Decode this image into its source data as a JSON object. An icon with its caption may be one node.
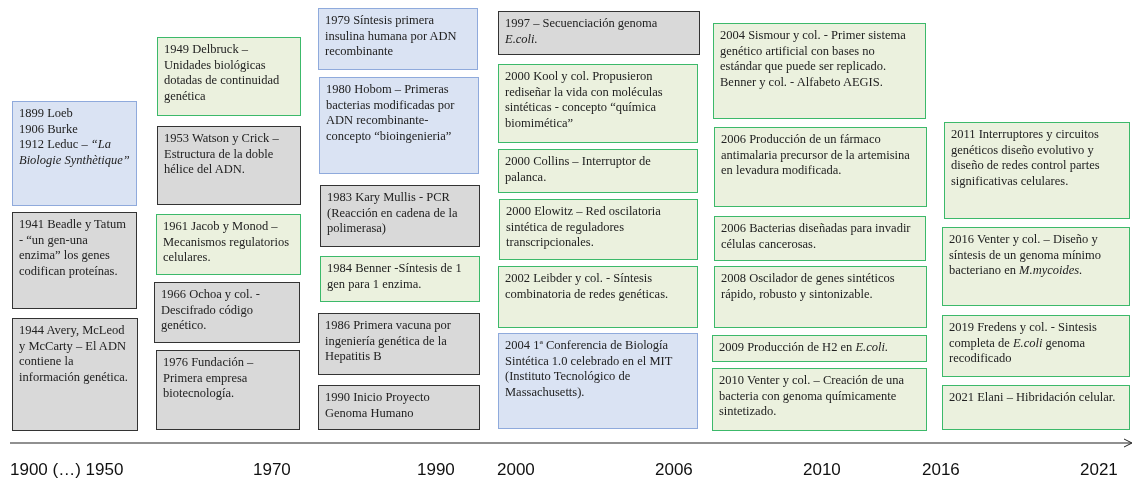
{
  "diagram": {
    "nodes": [
      {
        "text": [
          "1899 Loeb",
          "1906 Burke",
          "1912 Leduc – *“La Biologie Synthètique”*"
        ]
      },
      {
        "text": [
          "1941 Beadle y Tatum - “un gen-una enzima” los genes codifican proteínas."
        ]
      },
      {
        "text": [
          "1944 Avery, McLeod y McCarty – El ADN contiene la información genética."
        ]
      },
      {
        "text": [
          "1949 Delbruck – Unidades biológicas dotadas de continuidad genética"
        ]
      },
      {
        "text": [
          "1953 Watson y Crick – Estructura de la doble hélice del ADN."
        ]
      },
      {
        "text": [
          "1961 Jacob y Monod – Mecanismos regulatorios celulares."
        ]
      },
      {
        "text": [
          "1966 Ochoa y col. - Descifrado código genético."
        ]
      },
      {
        "text": [
          "1976 Fundación – Primera empresa biotecnología."
        ]
      },
      {
        "text": [
          "1979 Síntesis primera insulina humana por ADN recombinante"
        ]
      },
      {
        "text": [
          "1980 Hobom – Primeras bacterias modificadas por ADN recombinante-concepto “bioingenieria”"
        ]
      },
      {
        "text": [
          "1983 Kary Mullis - PCR (Reacción en cadena de la polimerasa)"
        ]
      },
      {
        "text": [
          "1984 Benner -Síntesis de 1 gen para 1 enzima."
        ]
      },
      {
        "text": [
          "1986 Primera vacuna por ingeniería genética de la Hepatitis B"
        ]
      },
      {
        "text": [
          "1990 Inicio Proyecto Genoma Humano"
        ]
      },
      {
        "text": [
          "1997 – Secuenciación genoma *E.coli.*"
        ]
      },
      {
        "text": [
          "2000 Kool y col. Propusieron rediseñar la vida con moléculas sintéticas - concepto “química biomimética”"
        ]
      },
      {
        "text": [
          "2000 Collins – Interruptor de palanca."
        ]
      },
      {
        "text": [
          "2000 Elowitz – Red oscilatoria sintética de reguladores transcripcionales."
        ]
      },
      {
        "text": [
          "2002 Leibder y col. - Síntesis combinatoria de redes genéticas."
        ]
      },
      {
        "text": [
          "2004 1ª Conferencia de Biología Sintética 1.0 celebrado en el MIT (Instituto Tecnológico de Massachusetts)."
        ]
      },
      {
        "text": [
          "2004 Sismour y col. - Primer sistema genético artificial con bases no estándar que puede ser replicado.",
          "Benner y col. - Alfabeto AEGIS."
        ]
      },
      {
        "text": [
          "2006 Producción de un fármaco antimalaria precursor de la artemisina en levadura modificada."
        ]
      },
      {
        "text": [
          "2006 Bacterias diseñadas para invadir células cancerosas."
        ]
      },
      {
        "text": [
          "2008 Oscilador de genes sintéticos rápido, robusto y sintonizable."
        ]
      },
      {
        "text": [
          "2009 Producción de H2 en *E.coli.*"
        ]
      },
      {
        "text": [
          "2010 Venter y col. – Creación de una bacteria con genoma químicamente sintetizado."
        ]
      },
      {
        "text": [
          "2011 Interruptores y circuitos genéticos diseño evolutivo y diseño de redes control partes significativas celulares."
        ]
      },
      {
        "text": [
          "2016 Venter y col. – Diseño y síntesis de un genoma mínimo bacteriano en *M.mycoides.*"
        ]
      },
      {
        "text": [
          "2019 Fredens y col. - Sintesis completa de *E.coli* genoma recodificado"
        ]
      },
      {
        "text": [
          "2021 Elani – Hibridación celular."
        ]
      }
    ],
    "labels": [
      "1900 (…) 1950",
      "1970",
      "1990",
      "2000",
      "2006",
      "2010",
      "2016",
      "2021"
    ]
  }
}
